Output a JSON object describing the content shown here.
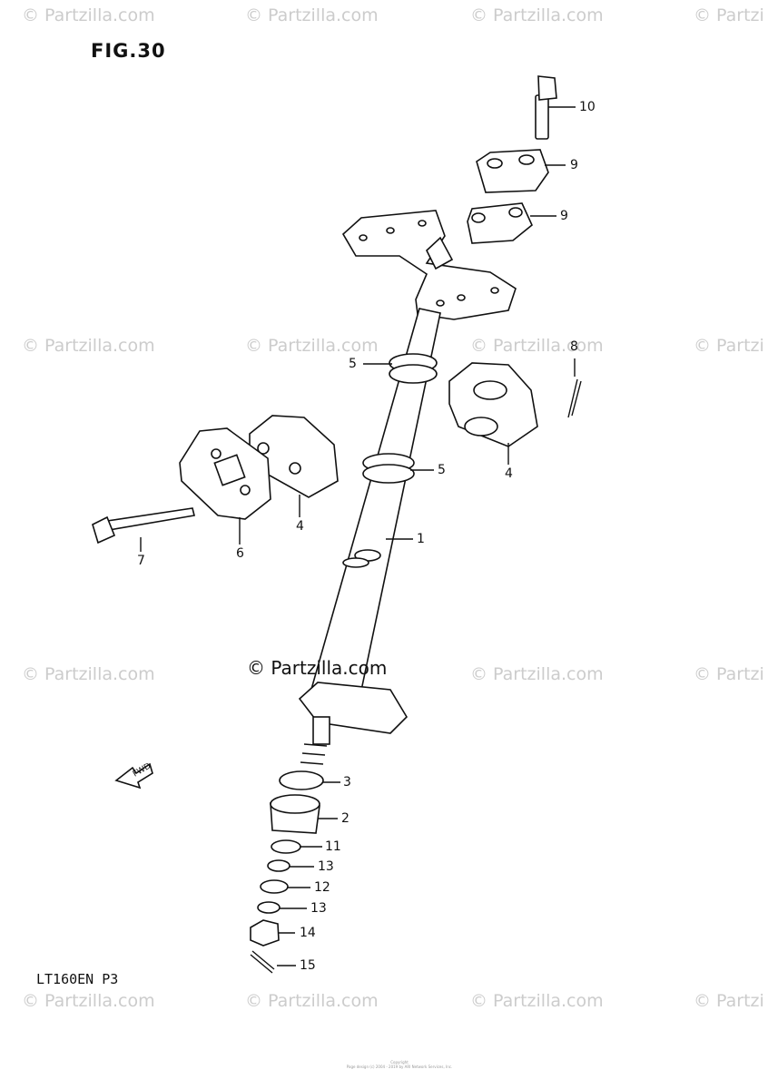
{
  "figure": {
    "title": "FIG.30",
    "model": "LT160EN  P3"
  },
  "watermark": {
    "text": "© Partzilla.com",
    "text_truncated": "© Partzi",
    "center": "© Partzilla.com"
  },
  "fwd_label": "FWD",
  "callouts": [
    "10",
    "9",
    "9",
    "8",
    "5",
    "5",
    "4",
    "4",
    "1",
    "7",
    "6",
    "3",
    "2",
    "11",
    "13",
    "12",
    "13",
    "14",
    "15"
  ],
  "footer": {
    "line1": "Copyright",
    "line2": "Page design (c) 2004 - 2019 by ARI Network Services, Inc."
  }
}
